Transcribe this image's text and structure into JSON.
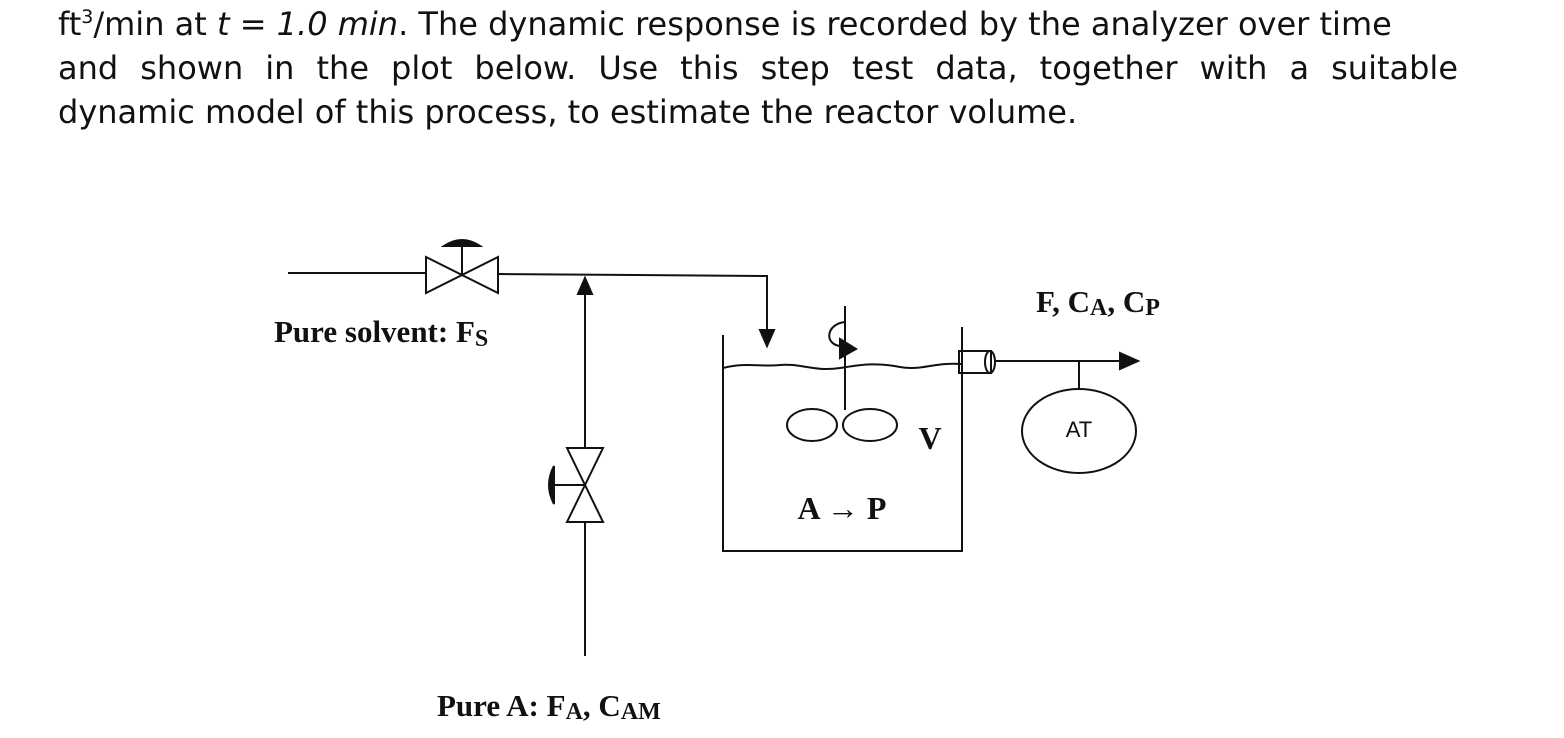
{
  "paragraph": {
    "line1": {
      "unit_base": "ft",
      "unit_exp": "3",
      "unit_rest": "/min at ",
      "t_var": "t",
      "eq": " = ",
      "t_val": "1.0 min",
      "rest": ". The dynamic response is recorded by the analyzer over time"
    },
    "line2": "and shown in the plot below. Use this step test data, together with a suitable",
    "line3": "dynamic model of this process, to estimate the reactor volume."
  },
  "diagram": {
    "solvent_label": {
      "main": "Pure solvent: F",
      "sub": "S"
    },
    "feed_label": {
      "main": "Pure A: F",
      "sub1": "A",
      "sep": ", C",
      "sub2": "AM"
    },
    "outlet_label": {
      "f": "F, C",
      "sub1": "A",
      "sep": ", C",
      "sub2": "P"
    },
    "analyzer_label": "AT",
    "volume_label": "V",
    "reaction_label": "A → P"
  }
}
